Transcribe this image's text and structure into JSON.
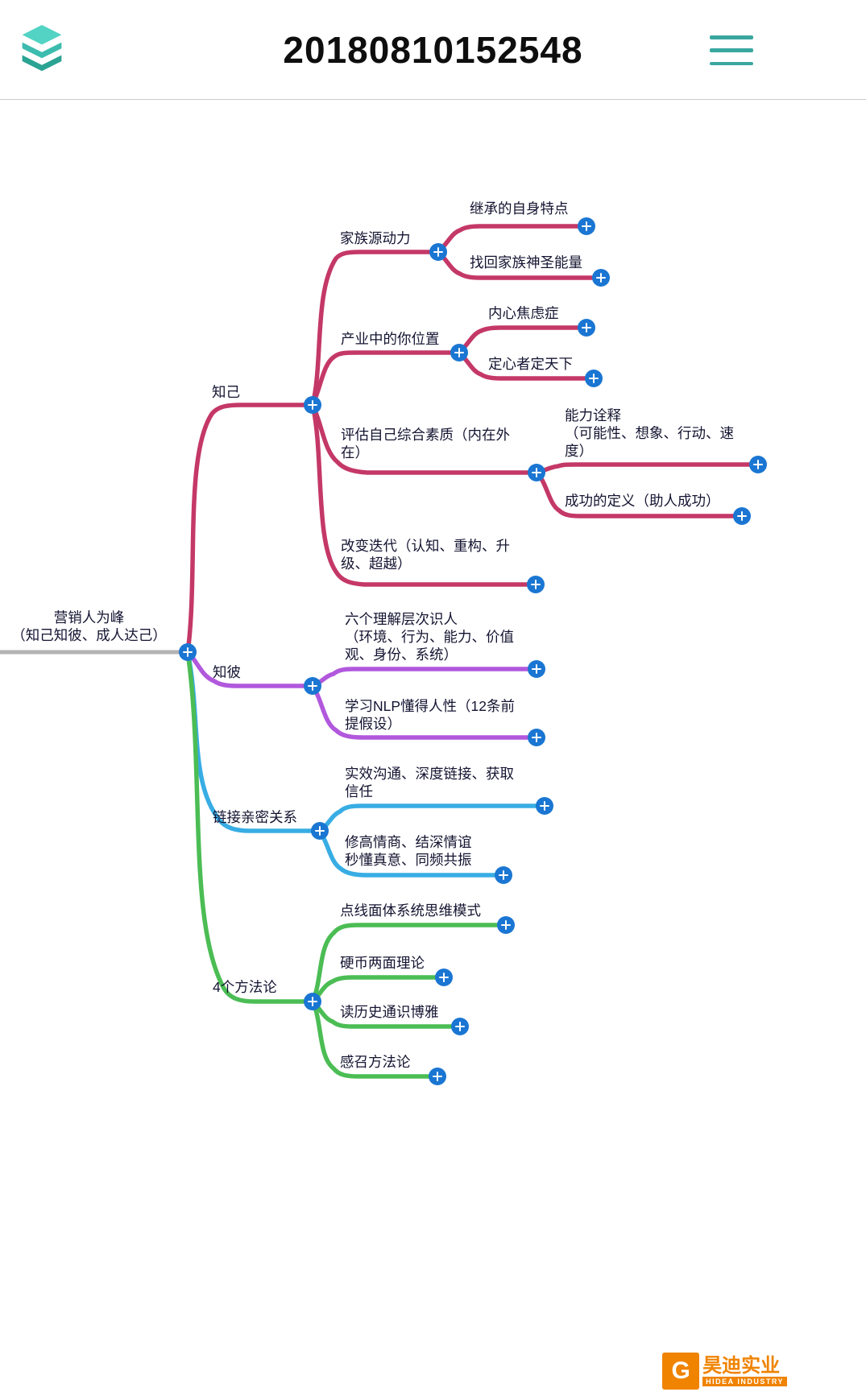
{
  "header": {
    "title": "20180810152548"
  },
  "icons": {
    "layers": "layers-icon",
    "menu": "menu-icon",
    "plus": "+"
  },
  "colors": {
    "branch_know_self": "#c43867",
    "branch_know_others": "#b158dd",
    "branch_relationship": "#38ade4",
    "branch_methodology": "#4bbd54",
    "root_line": "#b3b3b3",
    "plus_button": "#1a76d2",
    "accent_teal": "#3aa79f",
    "watermark_orange": "#f08300"
  },
  "mindmap": {
    "root": {
      "label": "营销人为峰\n（知己知彼、成人达己）",
      "children": [
        {
          "label": "知己",
          "children": [
            {
              "label": "家族源动力",
              "children": [
                {
                  "label": "继承的自身特点"
                },
                {
                  "label": "找回家族神圣能量"
                }
              ]
            },
            {
              "label": "产业中的你位置",
              "children": [
                {
                  "label": "内心焦虑症"
                },
                {
                  "label": "定心者定天下"
                }
              ]
            },
            {
              "label": "评估自己综合素质（内在外\n在）",
              "children": [
                {
                  "label": "能力诠释\n（可能性、想象、行动、速\n度）"
                },
                {
                  "label": "成功的定义（助人成功）"
                }
              ]
            },
            {
              "label": "改变迭代（认知、重构、升\n级、超越）"
            }
          ]
        },
        {
          "label": "知彼",
          "children": [
            {
              "label": "六个理解层次识人\n（环境、行为、能力、价值\n观、身份、系统）"
            },
            {
              "label": "学习NLP懂得人性（12条前\n提假设）"
            }
          ]
        },
        {
          "label": "链接亲密关系",
          "children": [
            {
              "label": "实效沟通、深度链接、获取\n信任"
            },
            {
              "label": "修高情商、结深情谊\n秒懂真意、同频共振"
            }
          ]
        },
        {
          "label": "4个方法论",
          "children": [
            {
              "label": "点线面体系统思维模式"
            },
            {
              "label": "硬币两面理论"
            },
            {
              "label": "读历史通识博雅"
            },
            {
              "label": "感召方法论"
            }
          ]
        }
      ]
    }
  },
  "watermark": {
    "brand": "昊迪实业",
    "subtitle": "HIDEA INDUSTRY",
    "logo_letter": "G"
  }
}
